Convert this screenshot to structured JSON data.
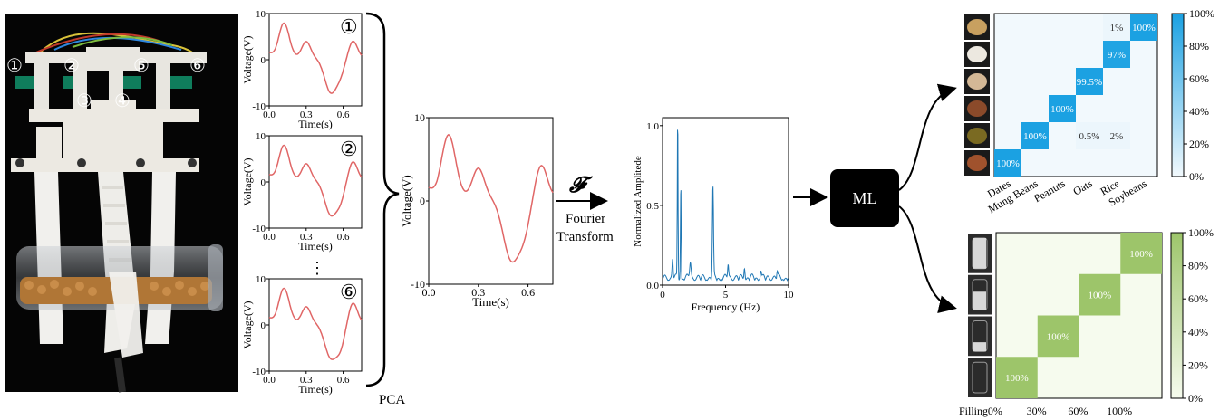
{
  "photo": {
    "labels": [
      "①",
      "②",
      "③",
      "④",
      "⑤",
      "⑥"
    ]
  },
  "small_plots": {
    "ylabel": "Voltage(V)",
    "xlabel": "Time(s)",
    "yticks": [
      "10",
      "0",
      "-10"
    ],
    "xticks": [
      "0.0",
      "0.3",
      "0.6"
    ],
    "badges": [
      "①",
      "②",
      "⑥"
    ],
    "ellipsis": "⋮"
  },
  "pca_label": "PCA",
  "main_plot": {
    "ylabel": "Voltage(V)",
    "xlabel": "Time(s)",
    "yticks": [
      "10",
      "0",
      "-10"
    ],
    "xticks": [
      "0.0",
      "0.3",
      "0.6"
    ]
  },
  "fourier": {
    "symbol": "𝓕",
    "line1": "Fourier",
    "line2": "Transform"
  },
  "freq_plot": {
    "ylabel": "Normalized Amplitede",
    "xlabel": "Frequency (Hz)",
    "yticks": [
      "1.0",
      "0.5",
      "0.0"
    ],
    "xticks": [
      "0",
      "5",
      "10"
    ]
  },
  "ml_label": "ML",
  "matrix_top": {
    "categories": [
      "Dates",
      "Mung Beans",
      "Peanuts",
      "Oats",
      "Rice",
      "Soybeans"
    ],
    "cells": [
      {
        "row": 0,
        "col": 0,
        "label": "100%",
        "value": 1.0
      },
      {
        "row": 1,
        "col": 1,
        "label": "100%",
        "value": 1.0
      },
      {
        "row": 1,
        "col": 3,
        "label": "0.5%",
        "value": 0.005
      },
      {
        "row": 1,
        "col": 4,
        "label": "2%",
        "value": 0.02
      },
      {
        "row": 2,
        "col": 2,
        "label": "100%",
        "value": 1.0
      },
      {
        "row": 3,
        "col": 3,
        "label": "99.5%",
        "value": 0.995
      },
      {
        "row": 4,
        "col": 4,
        "label": "97%",
        "value": 0.97
      },
      {
        "row": 5,
        "col": 4,
        "label": "1%",
        "value": 0.01
      },
      {
        "row": 5,
        "col": 5,
        "label": "100%",
        "value": 1.0
      }
    ],
    "colorbar_ticks": [
      "100%",
      "80%",
      "60%",
      "40%",
      "20%",
      "0%"
    ],
    "color_high": "#1ba1e2",
    "color_low": "#f2f9fd",
    "thumb_colors": [
      "#a0522d",
      "#7a6a22",
      "#8b4a2a",
      "#d4b896",
      "#ece8e0",
      "#c8a060"
    ]
  },
  "matrix_bottom": {
    "categories": [
      "0%",
      "30%",
      "60%",
      "100%"
    ],
    "axis_label": "Filling",
    "cells": [
      {
        "row": 0,
        "col": 0,
        "label": "100%",
        "value": 1.0
      },
      {
        "row": 1,
        "col": 1,
        "label": "100%",
        "value": 1.0
      },
      {
        "row": 2,
        "col": 2,
        "label": "100%",
        "value": 1.0
      },
      {
        "row": 3,
        "col": 3,
        "label": "100%",
        "value": 1.0
      }
    ],
    "colorbar_ticks": [
      "100%",
      "80%",
      "60%",
      "40%",
      "20%",
      "0%"
    ],
    "color_high": "#9dc56a",
    "color_low": "#f6fbee"
  }
}
